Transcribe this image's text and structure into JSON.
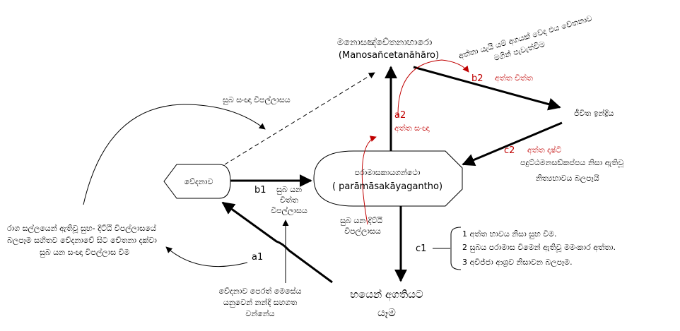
{
  "nodes": {
    "vedana": {
      "label": "වේදනාව"
    },
    "paramasa": {
      "line1": "පරාමාසකායගන්ථො",
      "line2": "( parāmāsakāyagantho)"
    },
    "manosancetana": {
      "line1": "මනොසඤ්චේතනාහාරො",
      "line2": "(Manosañcetanāhāro)"
    },
    "jivita": {
      "label": "ජීවිත ඉන්ද්‍රිය"
    },
    "bhaya": {
      "line1": "භයෙන් අගතියට",
      "line2": "යෑම"
    }
  },
  "labels": {
    "subha_sanna_vipallasa": "සුබ සංඥා විපල්ලාසය",
    "b1": "b1",
    "b1_text": [
      "සුබ යන",
      "චිත්ත",
      "විපල්ලාසය"
    ],
    "a2": "a2",
    "a2_text": "අත්ත සංඥා",
    "b2": "b2",
    "b2_text": "අත්ත චිත්ත",
    "b2_note": [
      "අත්තා යැයි යම් අගයක් වේද එය චේතනාව",
      "මගින් පැවැත්වීම"
    ],
    "c2": "c2",
    "c2_text": "අත්ත දෘෂ්ටි",
    "c2_note": [
      "පදුට්ඨමනසඞ්කප්පය නිසා ඇතිවූ",
      "නිත්‍යභාවය බලපෑයි"
    ],
    "subha_ditthi": [
      "සුබ යන දිට්ඨි",
      "විපල්ලාසය"
    ],
    "c1": "c1",
    "c1_items": [
      "1 අත්ත භාවය නිසා සුභ වීම.",
      "2 සුබය පරාමාස වීමෙන් ඇතිවූ මමංකාර අත්තා.",
      "3 අවිජ්ජා ආශ්‍රව නිසාවන බලපෑම."
    ],
    "a1": "a1",
    "raga_note": [
      "රාග සල්ලයෙන් ඇතිවූ සුභ- දිට්ඨි විපල්ලාසයේ",
      "බලපෑම සහිතව වේදනාවේ සිට චේතනා දක්වා",
      "සුබ යන සංඥා විපල්ලාස වීම"
    ],
    "nandi_note": [
      "වේදනාව පෙරත් මෙසේය",
      "යනුවෙන් නන්දි සහගත",
      "වන්නේය"
    ]
  },
  "colors": {
    "accent_red": "#c00000",
    "ink": "#000000"
  }
}
